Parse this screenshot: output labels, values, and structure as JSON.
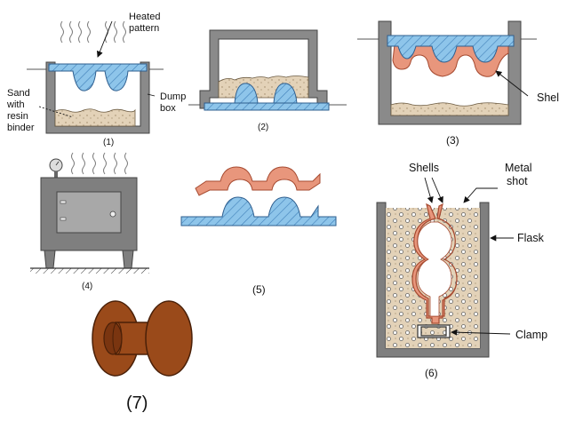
{
  "labels": {
    "heated_pattern_line1": "Heated",
    "heated_pattern_line2": "pattern",
    "sand_line1": "Sand",
    "sand_line2": "with",
    "sand_line3": "resin",
    "sand_line4": "binder",
    "dump_box_line1": "Dump",
    "dump_box_line2": "box",
    "shell": "Shel",
    "shells": "Shells",
    "metal_shot_line1": "Metal",
    "metal_shot_line2": "shot",
    "flask": "Flask",
    "clamp": "Clamp"
  },
  "steps": {
    "s1": "(1)",
    "s2": "(2)",
    "s3": "(3)",
    "s4": "(4)",
    "s5": "(5)",
    "s6": "(6)",
    "s7": "(7)"
  },
  "colors": {
    "pattern_blue": "#8ec5ea",
    "sand": "#e3d2b8",
    "shell_pink": "#e8967c",
    "box_gray": "#8a8a8a",
    "product_brown": "#9a4a1a"
  }
}
